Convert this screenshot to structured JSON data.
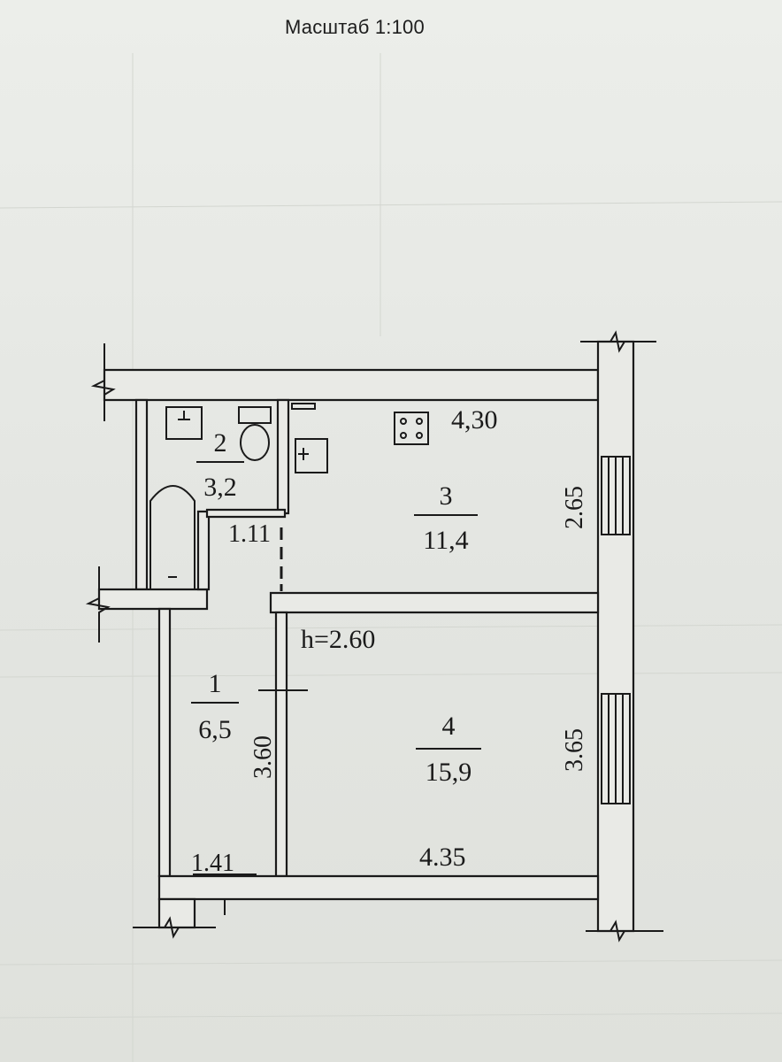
{
  "header": {
    "scale_label": "Масштаб 1:100"
  },
  "rooms": [
    {
      "number": "1",
      "area": "6,5"
    },
    {
      "number": "2",
      "area": "3,2"
    },
    {
      "number": "3",
      "area": "11,4"
    },
    {
      "number": "4",
      "area": "15,9"
    }
  ],
  "dimensions": {
    "kitchen_width": "4,30",
    "kitchen_depth": "2.65",
    "room_depth": "3.65",
    "room_width": "4.35",
    "hall_length": "3.60",
    "hall_width": "1.41",
    "bath_width": "1.11",
    "ceiling_height": "h=2.60"
  },
  "colors": {
    "ink": "#1a1a1a",
    "paper": "#e6e7e3",
    "wall_fill": "#e9eae6"
  }
}
